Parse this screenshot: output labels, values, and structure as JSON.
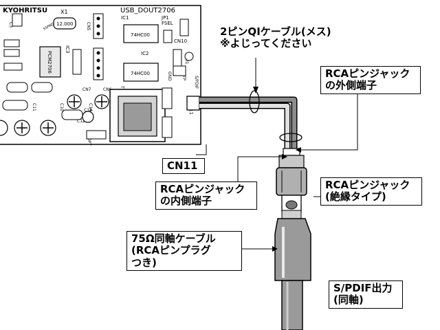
{
  "board": {
    "maker": "KYOHRITSU",
    "model": "USB_DOUT2706",
    "chip_main": "PCM2706",
    "ic_label": "74HC00",
    "crystal": "12.000",
    "labels": [
      "X1",
      "IC1",
      "IC2",
      "IC3",
      "JP1",
      "FSEL",
      "CN5",
      "CN6",
      "CN7",
      "CN10",
      "CN11",
      "LED1",
      "C3",
      "C10",
      "C11",
      "C12",
      "C13",
      "C14",
      "T1",
      "S/PDIF",
      "SSPND",
      "GND",
      "TP",
      "OPT"
    ]
  },
  "labels": {
    "qi_cable": [
      "2ピンQIケーブル(メス)",
      "※よじってください"
    ],
    "rca_outer": [
      "RCAピンジャック",
      "の外側端子"
    ],
    "cn11": "CN11",
    "rca_inner": [
      "RCAピンジャック",
      "の内側端子"
    ],
    "rca_jack": [
      "RCAピンジャック",
      "(絶縁タイプ)"
    ],
    "coax_cable": [
      "75Ω同軸ケーブル",
      "(RCAピンプラグ",
      "つき)"
    ],
    "spdif_out": [
      "S/PDIF出力",
      "(同軸)"
    ]
  },
  "colors": {
    "cable_dark": "#8c8c8c",
    "cable_light": "#d8d8d8",
    "jack_body": "#b0b0b0",
    "coax_gray": "#9a9a9a"
  }
}
